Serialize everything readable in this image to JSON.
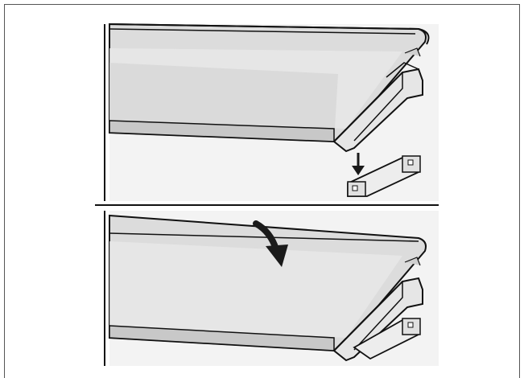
{
  "figure": {
    "panels": [
      {
        "id": "step-1",
        "action": "hook-shelf-onto-bracket",
        "arrow": "down"
      },
      {
        "id": "step-2",
        "action": "swing-glass-plate-down",
        "arrow": "curved-down"
      }
    ],
    "colors": {
      "glass": "#dcdcdc",
      "glass_light": "#ececec",
      "outline": "#111111",
      "arrow": "#1a1a1a",
      "background": "#ffffff",
      "frame_border": "#555555"
    }
  }
}
